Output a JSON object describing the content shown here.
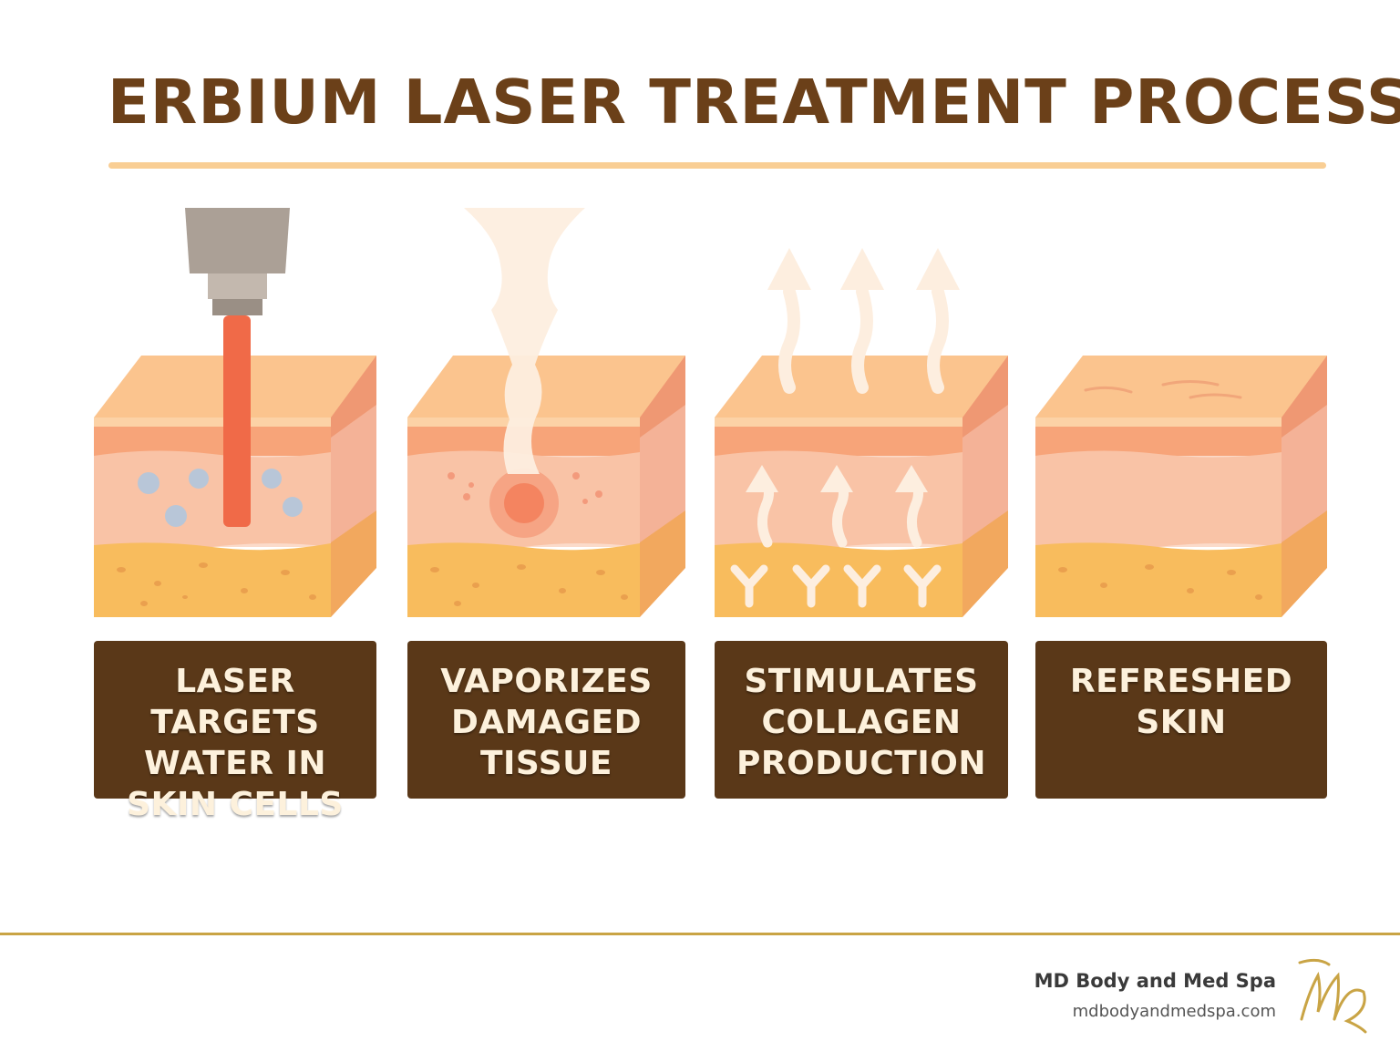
{
  "title": "ERBIUM LASER TREATMENT PROCESS",
  "colors": {
    "title": "#6b4019",
    "accent_rule": "#f9ce94",
    "caption_bg": "#5a3818",
    "caption_text": "#fdf1dc",
    "skin_surface": "#fbc48e",
    "epidermis": "#f7a479",
    "dermis": "#f9c3a6",
    "fat": "#f8bc5d",
    "laser_beam": "#f06a48",
    "footer_rule": "#c9a445",
    "logo_gold": "#c9a445"
  },
  "steps": [
    {
      "caption": "LASER TARGETS\nWATER IN\nSKIN CELLS",
      "illustration": "laser-handpiece-beam-water-droplets"
    },
    {
      "caption": "VAPORIZES\nDAMAGED\nTISSUE",
      "illustration": "vapor-plume-heat-spot"
    },
    {
      "caption": "STIMULATES\nCOLLAGEN\nPRODUCTION",
      "illustration": "rising-arrows-collagen-fibers"
    },
    {
      "caption": "REFRESHED\nSKIN",
      "illustration": "smooth-skin-block"
    }
  ],
  "footer": {
    "brand_name": "MD Body and Med Spa",
    "brand_url": "mdbodyandmedspa.com",
    "logo_icon": "md-monogram-logo"
  }
}
